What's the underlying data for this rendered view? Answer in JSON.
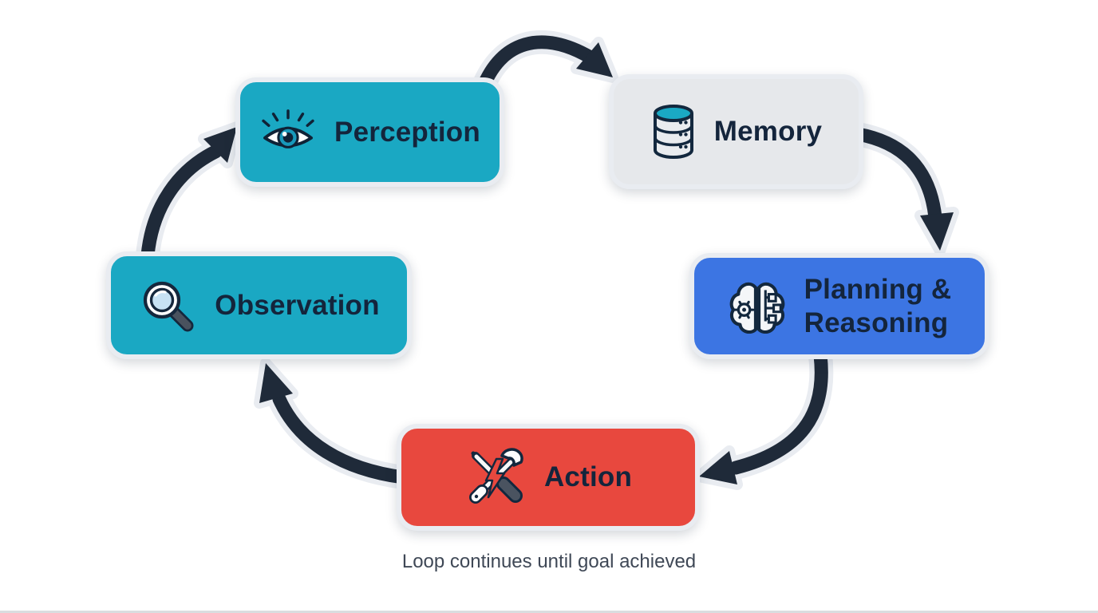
{
  "diagram": {
    "caption": "Loop continues until goal achieved",
    "nodes": [
      {
        "id": "perception",
        "label": "Perception",
        "icon": "eye-icon",
        "bg": "#1AA8C3",
        "text": "#14253C"
      },
      {
        "id": "memory",
        "label": "Memory",
        "icon": "database-icon",
        "bg": "#E6E8EB",
        "text": "#14253C"
      },
      {
        "id": "planning",
        "label": "Planning &\nReasoning",
        "icon": "brain-circuit-icon",
        "bg": "#3C75E3",
        "text": "#14253C"
      },
      {
        "id": "action",
        "label": "Action",
        "icon": "tools-icon",
        "bg": "#E8483E",
        "text": "#14253C"
      },
      {
        "id": "observation",
        "label": "Observation",
        "icon": "magnifier-icon",
        "bg": "#1AA8C3",
        "text": "#14253C"
      }
    ],
    "edges": [
      {
        "from": "Perception",
        "to": "Memory"
      },
      {
        "from": "Memory",
        "to": "Planning & Reasoning"
      },
      {
        "from": "Planning & Reasoning",
        "to": "Action"
      },
      {
        "from": "Action",
        "to": "Observation"
      },
      {
        "from": "Observation",
        "to": "Perception"
      }
    ],
    "colors": {
      "arrow": "#1F2A39",
      "arrow_outline": "#E9ECF1",
      "node_border": "#E9ECF1",
      "background": "#FFFFFF",
      "caption_text": "#3F4856"
    }
  }
}
